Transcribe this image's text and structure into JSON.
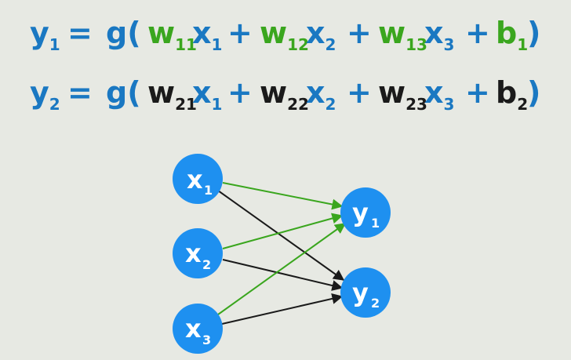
{
  "equations": [
    {
      "lhs": "y",
      "lhs_sub": "1",
      "eq": "=",
      "func": "g(",
      "terms": [
        {
          "w": "w",
          "w_sub": "11",
          "x": "x",
          "x_sub": "1"
        },
        {
          "w": "w",
          "w_sub": "12",
          "x": "x",
          "x_sub": "2"
        },
        {
          "w": "w",
          "w_sub": "13",
          "x": "x",
          "x_sub": "3"
        }
      ],
      "plus": "+",
      "bias": "b",
      "bias_sub": "1",
      "close": ")",
      "weight_color": "#3aa61e"
    },
    {
      "lhs": "y",
      "lhs_sub": "2",
      "eq": "=",
      "func": "g(",
      "terms": [
        {
          "w": "w",
          "w_sub": "21",
          "x": "x",
          "x_sub": "1"
        },
        {
          "w": "w",
          "w_sub": "22",
          "x": "x",
          "x_sub": "2"
        },
        {
          "w": "w",
          "w_sub": "23",
          "x": "x",
          "x_sub": "3"
        }
      ],
      "plus": "+",
      "bias": "b",
      "bias_sub": "2",
      "close": ")",
      "weight_color": "#1a1a1a"
    }
  ],
  "network": {
    "inputs": [
      {
        "label": "x",
        "sub": "1"
      },
      {
        "label": "x",
        "sub": "2"
      },
      {
        "label": "x",
        "sub": "3"
      }
    ],
    "outputs": [
      {
        "label": "y",
        "sub": "1"
      },
      {
        "label": "y",
        "sub": "2"
      }
    ],
    "edges_to_y1_color": "#3aa61e",
    "edges_to_y2_color": "#1a1a1a",
    "node_color": "#1e90f0"
  },
  "colors": {
    "background": "#e7e9e3",
    "blue": "#1a78c2",
    "green": "#3aa61e",
    "black": "#1a1a1a"
  }
}
